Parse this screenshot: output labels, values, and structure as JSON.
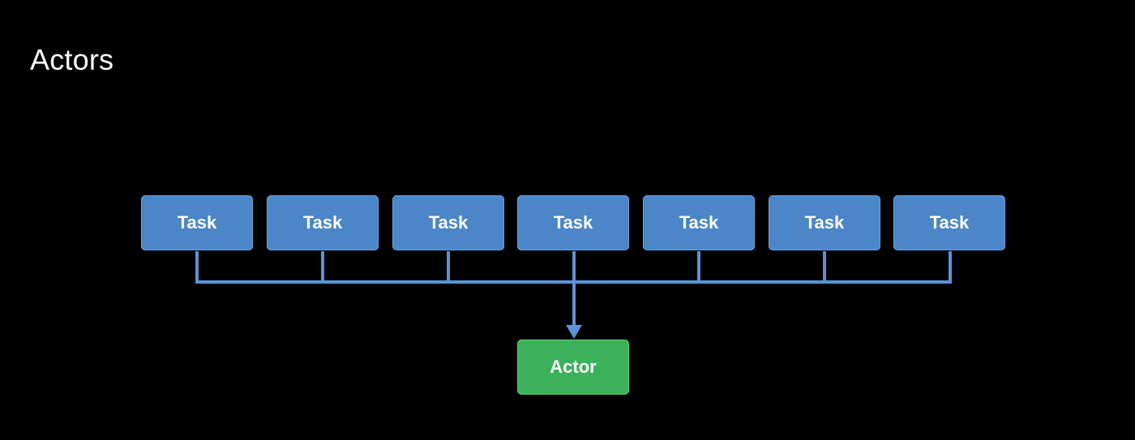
{
  "title": "Actors",
  "tasks": [
    "Task",
    "Task",
    "Task",
    "Task",
    "Task",
    "Task",
    "Task"
  ],
  "actor": "Actor",
  "colors": {
    "background": "#000000",
    "task_fill": "#4a86c8",
    "actor_fill": "#3bb25a",
    "connector": "#5b93d3",
    "text": "#ffffff"
  }
}
